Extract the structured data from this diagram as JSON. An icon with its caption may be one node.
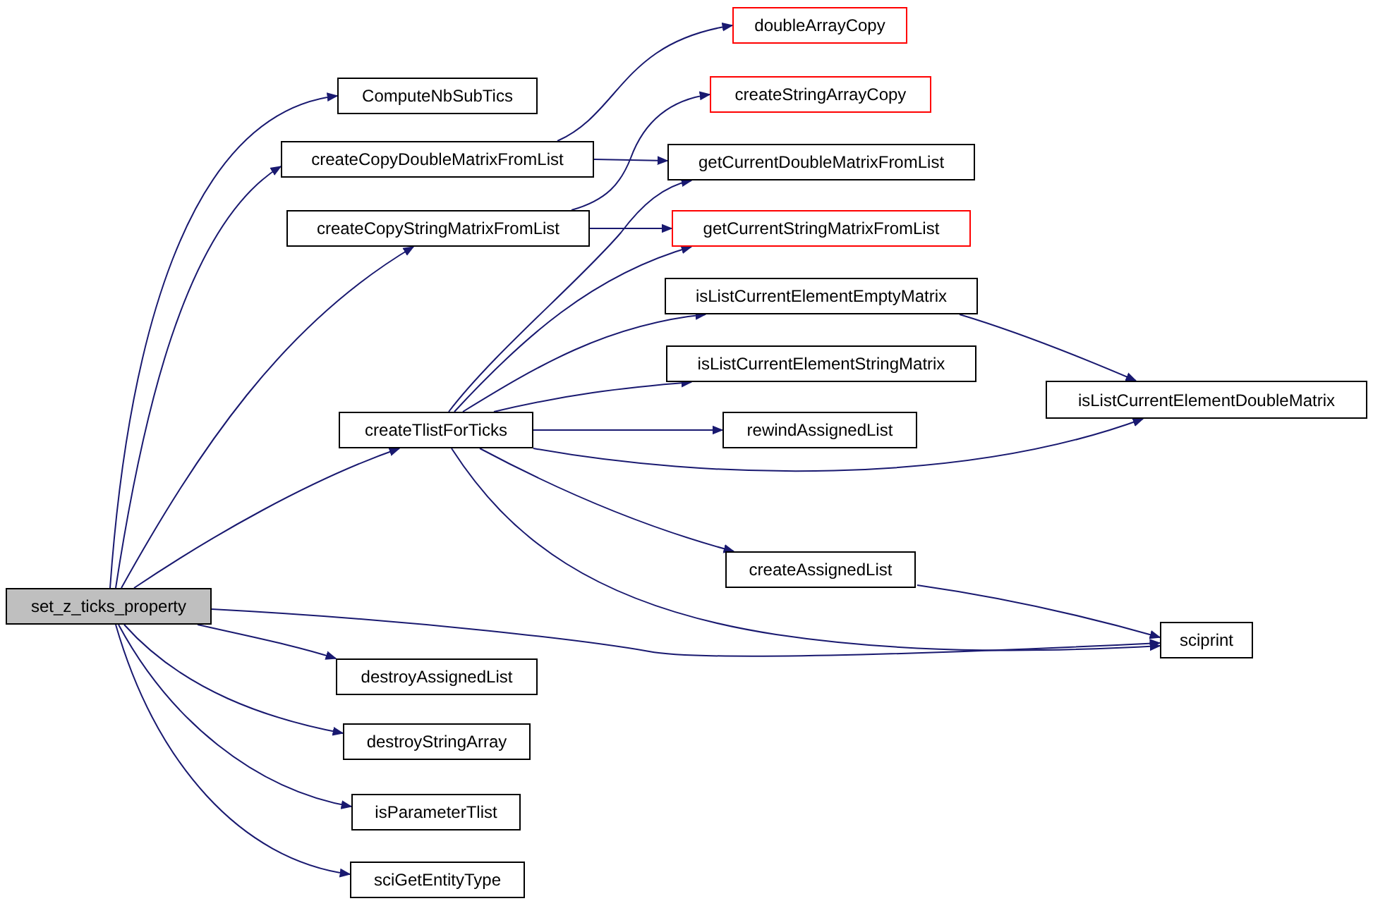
{
  "diagram": {
    "nodes": [
      {
        "text": [
          "set_z_ticks_property"
        ]
      },
      {
        "text": [
          "ComputeNbSubTics"
        ]
      },
      {
        "text": [
          "createCopyDoubleMatrixFromList"
        ]
      },
      {
        "text": [
          "createCopyStringMatrixFromList"
        ]
      },
      {
        "text": [
          "doubleArrayCopy"
        ]
      },
      {
        "text": [
          "createStringArrayCopy"
        ]
      },
      {
        "text": [
          "getCurrentDoubleMatrixFromList"
        ]
      },
      {
        "text": [
          "getCurrentStringMatrixFromList"
        ]
      },
      {
        "text": [
          "isListCurrentElementEmptyMatrix"
        ]
      },
      {
        "text": [
          "isListCurrentElementStringMatrix"
        ]
      },
      {
        "text": [
          "createTlistForTicks"
        ]
      },
      {
        "text": [
          "rewindAssignedList"
        ]
      },
      {
        "text": [
          "isListCurrentElementDoubleMatrix"
        ]
      },
      {
        "text": [
          "createAssignedList"
        ]
      },
      {
        "text": [
          "sciprint"
        ]
      },
      {
        "text": [
          "destroyAssignedList"
        ]
      },
      {
        "text": [
          "destroyStringArray"
        ]
      },
      {
        "text": [
          "isParameterTlist"
        ]
      },
      {
        "text": [
          "sciGetEntityType"
        ]
      }
    ],
    "edges": [
      {
        "from": 0,
        "to": 1,
        "arrow": "to"
      },
      {
        "from": 0,
        "to": 2,
        "arrow": "to"
      },
      {
        "from": 0,
        "to": 3,
        "arrow": "to"
      },
      {
        "from": 0,
        "to": 10,
        "arrow": "to"
      },
      {
        "from": 0,
        "to": 14,
        "arrow": "to"
      },
      {
        "from": 0,
        "to": 15,
        "arrow": "to"
      },
      {
        "from": 0,
        "to": 16,
        "arrow": "to"
      },
      {
        "from": 0,
        "to": 17,
        "arrow": "to"
      },
      {
        "from": 0,
        "to": 18,
        "arrow": "to"
      },
      {
        "from": 2,
        "to": 4,
        "arrow": "to"
      },
      {
        "from": 2,
        "to": 6,
        "arrow": "to"
      },
      {
        "from": 3,
        "to": 5,
        "arrow": "to"
      },
      {
        "from": 3,
        "to": 7,
        "arrow": "to"
      },
      {
        "from": 10,
        "to": 6,
        "arrow": "to"
      },
      {
        "from": 10,
        "to": 7,
        "arrow": "to"
      },
      {
        "from": 10,
        "to": 8,
        "arrow": "to"
      },
      {
        "from": 10,
        "to": 9,
        "arrow": "to"
      },
      {
        "from": 10,
        "to": 11,
        "arrow": "to"
      },
      {
        "from": 10,
        "to": 12,
        "arrow": "to"
      },
      {
        "from": 10,
        "to": 13,
        "arrow": "to"
      },
      {
        "from": 10,
        "to": 14,
        "arrow": "to"
      },
      {
        "from": 8,
        "to": 12,
        "arrow": "to"
      },
      {
        "from": 13,
        "to": 14,
        "arrow": "to"
      }
    ]
  }
}
